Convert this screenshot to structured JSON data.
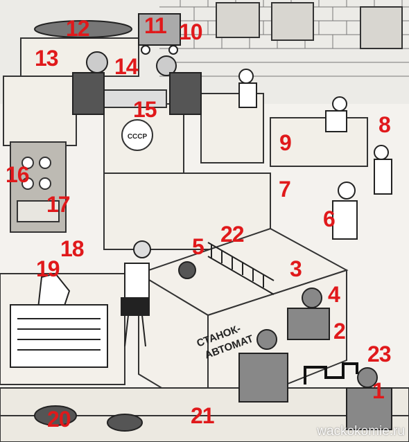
{
  "illustration": {
    "crate_label_line1": "СТАНОК-",
    "crate_label_line2": "АВТОМАТ",
    "emblem_text": "СССР",
    "watermark": "wackokomie.ru",
    "ink_color": "#222222",
    "paper_color": "#f4f2ee",
    "label_color": "#e0191b"
  },
  "labels": [
    "1",
    "2",
    "3",
    "4",
    "5",
    "6",
    "7",
    "8",
    "9",
    "10",
    "11",
    "12",
    "13",
    "14",
    "15",
    "16",
    "17",
    "18",
    "19",
    "20",
    "21",
    "22",
    "23"
  ]
}
